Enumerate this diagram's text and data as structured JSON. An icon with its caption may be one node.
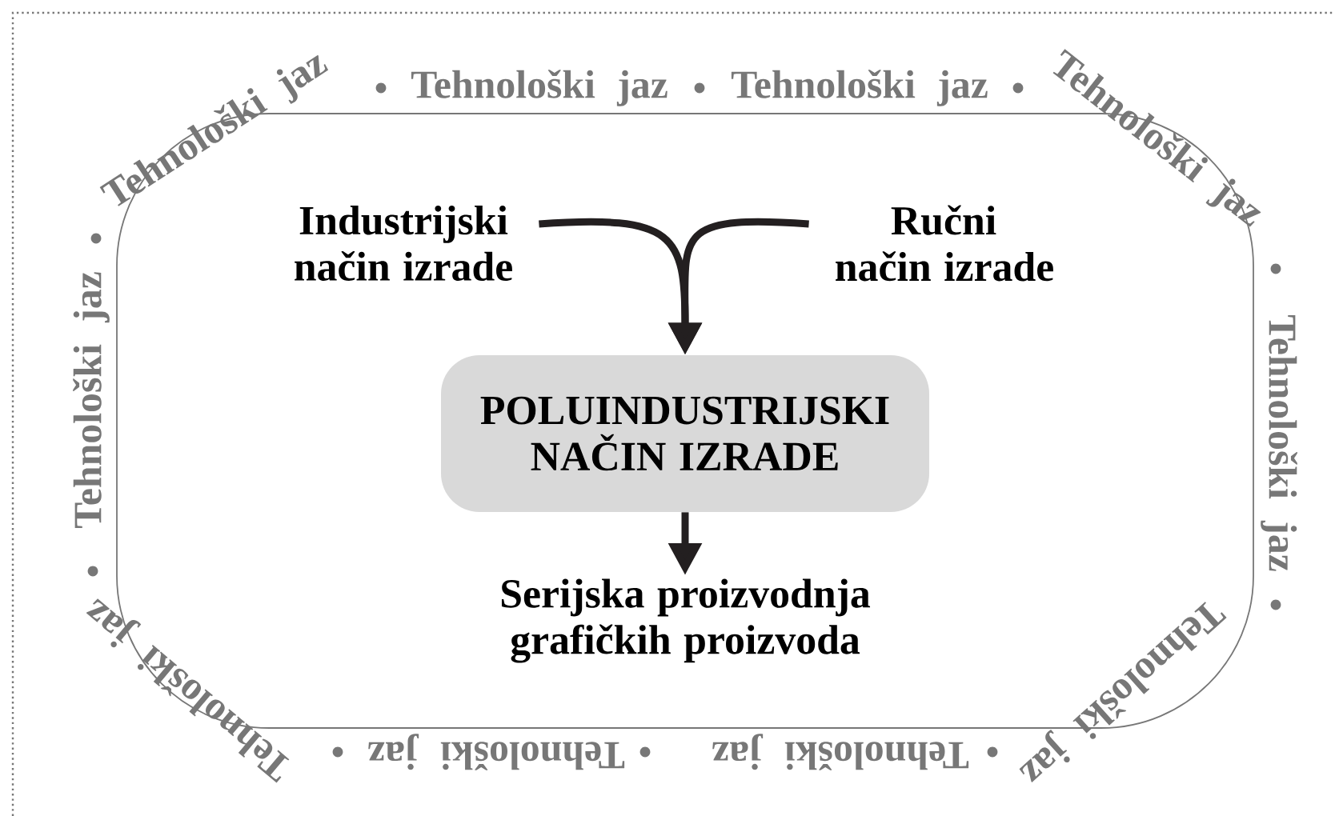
{
  "diagram": {
    "nodes": [
      {
        "text": [],
        "shape": "box"
      },
      {
        "text": [
          "Industrijski način izrade"
        ],
        "in": 0
      },
      {
        "text": [
          "Ručni način izrade"
        ],
        "in": 0
      },
      {
        "text": [
          "POLUINDUSTRIJSKI NAČIN IZRADE"
        ],
        "in": 0
      },
      {
        "text": [
          "Serijska proizvodnja grafičkih proizvoda"
        ],
        "in": 0
      }
    ],
    "edges": [
      {
        "from": 1,
        "to": 3,
        "arrow": "to"
      },
      {
        "from": 2,
        "to": 3,
        "arrow": "to"
      },
      {
        "from": 3,
        "to": 4,
        "arrow": "to"
      }
    ],
    "labels": [
      "Tehnološki jaz",
      "Tehnološki jaz",
      "Tehnološki jaz",
      "Tehnološki jaz",
      "Tehnološki jaz",
      "Tehnološki jaz",
      "Tehnološki jaz",
      "Tehnološki jaz",
      "Tehnološki jaz",
      "Tehnološki jaz"
    ]
  }
}
